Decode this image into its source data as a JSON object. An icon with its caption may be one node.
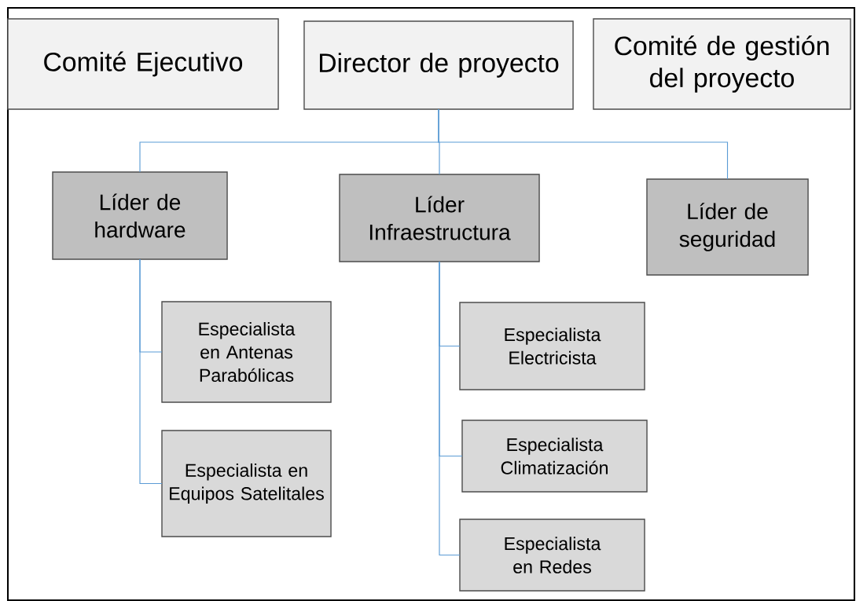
{
  "diagram": {
    "nodes": [
      {
        "text": [
          "Comité Ejecutivo"
        ]
      },
      {
        "text": [
          "Director de proyecto"
        ]
      },
      {
        "text": [
          "Comité de gestión del proyecto"
        ]
      },
      {
        "text": [
          "Líder de hardware"
        ]
      },
      {
        "text": [
          "Líder Infraestructura"
        ]
      },
      {
        "text": [
          "Líder de seguridad"
        ]
      },
      {
        "text": [
          "Especialista en Antenas Parabólicas"
        ]
      },
      {
        "text": [
          "Especialista en Equipos Satelitales"
        ]
      },
      {
        "text": [
          "Especialista Electricista"
        ]
      },
      {
        "text": [
          "Especialista Climatización"
        ]
      },
      {
        "text": [
          "Especialista en Redes"
        ]
      }
    ],
    "edges": [
      {
        "from": 1,
        "to": 3,
        "arrow": "none"
      },
      {
        "from": 1,
        "to": 4,
        "arrow": "none"
      },
      {
        "from": 1,
        "to": 5,
        "arrow": "none"
      },
      {
        "from": 3,
        "to": 6,
        "arrow": "none"
      },
      {
        "from": 3,
        "to": 7,
        "arrow": "none"
      },
      {
        "from": 4,
        "to": 8,
        "arrow": "none"
      },
      {
        "from": 4,
        "to": 9,
        "arrow": "none"
      },
      {
        "from": 4,
        "to": 10,
        "arrow": "none"
      }
    ]
  }
}
